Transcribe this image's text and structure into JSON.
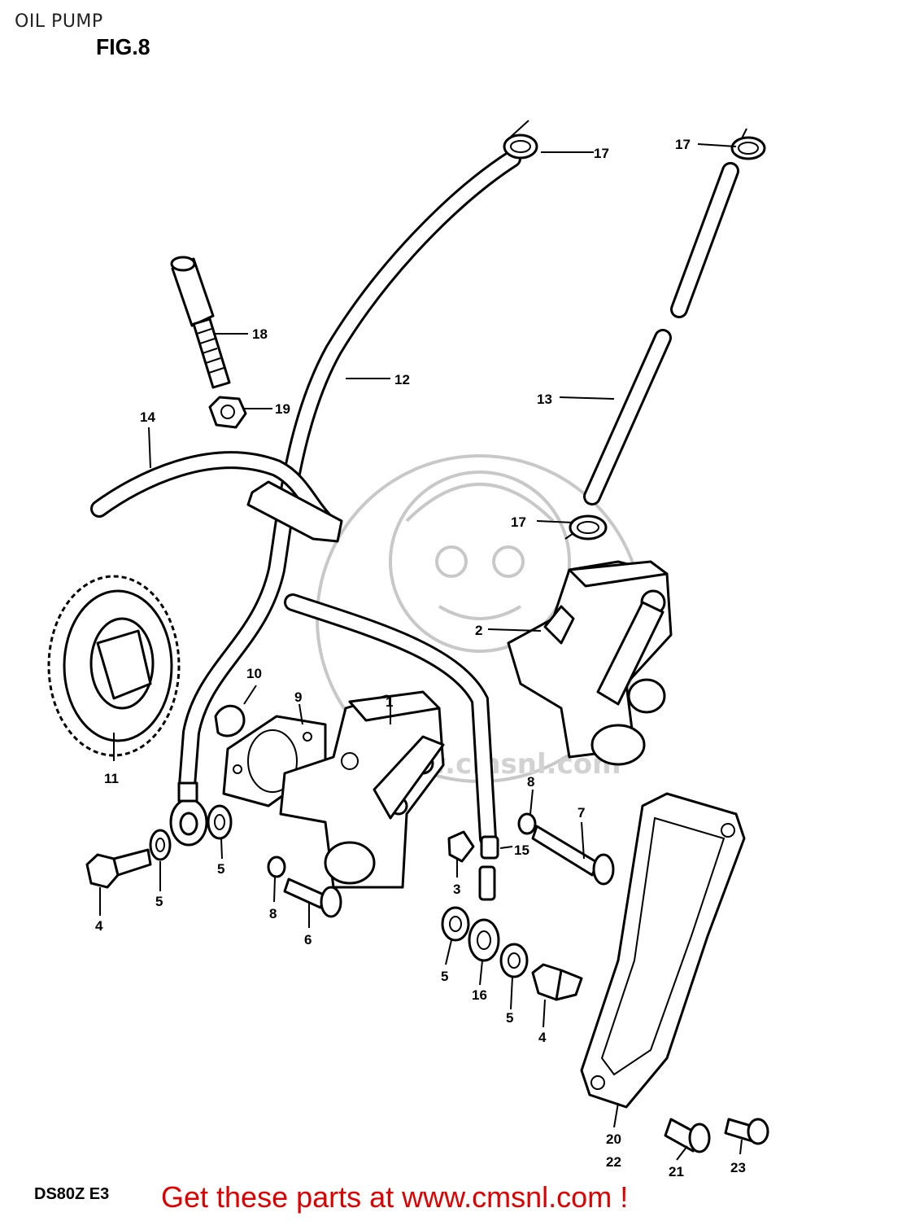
{
  "header": {
    "title": "OIL PUMP",
    "figure": "FIG.8"
  },
  "footer": {
    "model_code": "DS80Z E3",
    "cta": "Get these parts at www.cmsnl.com !"
  },
  "watermark": {
    "text": "www.cmsnl.com"
  },
  "callouts": {
    "c1": "1",
    "c2": "2",
    "c3": "3",
    "c4a": "4",
    "c4b": "4",
    "c5a": "5",
    "c5b": "5",
    "c5c": "5",
    "c5d": "5",
    "c6": "6",
    "c7": "7",
    "c8a": "8",
    "c8b": "8",
    "c9": "9",
    "c10": "10",
    "c11": "11",
    "c12": "12",
    "c13": "13",
    "c14": "14",
    "c15": "15",
    "c16": "16",
    "c17a": "17",
    "c17b": "17",
    "c17c": "17",
    "c18": "18",
    "c19": "19",
    "c20": "20",
    "c21": "21",
    "c22": "22",
    "c23": "23"
  }
}
